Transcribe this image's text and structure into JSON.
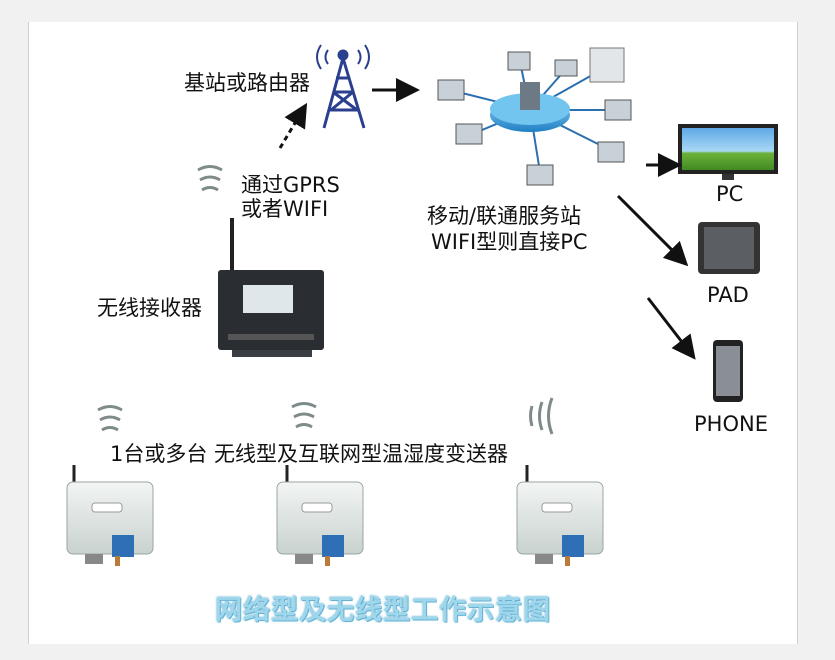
{
  "labels": {
    "base_station": "基站或路由器",
    "via_gprs_line1": "通过GPRS",
    "via_gprs_line2": "或者WIFI",
    "server_line1": "移动/联通服务站",
    "server_line2": "WIFI型则直接PC",
    "receiver": "无线接收器",
    "transmitters": "1台或多台 无线型及互联网型温湿度变送器",
    "pc": "PC",
    "pad": "PAD",
    "phone": "PHONE"
  },
  "title": "网络型及无线型工作示意图",
  "colors": {
    "arrow": "#111111",
    "tower": "#2b3f8f",
    "network_hub": "#3aa0d8",
    "title": "#9ed6ec",
    "device_body": "#e6ebe9"
  },
  "icons": [
    "wifi-signal-icon",
    "tower-icon",
    "network-hub-icon",
    "monitor-icon",
    "tablet-icon",
    "phone-icon",
    "receiver-device-icon",
    "transmitter-device-icon"
  ]
}
